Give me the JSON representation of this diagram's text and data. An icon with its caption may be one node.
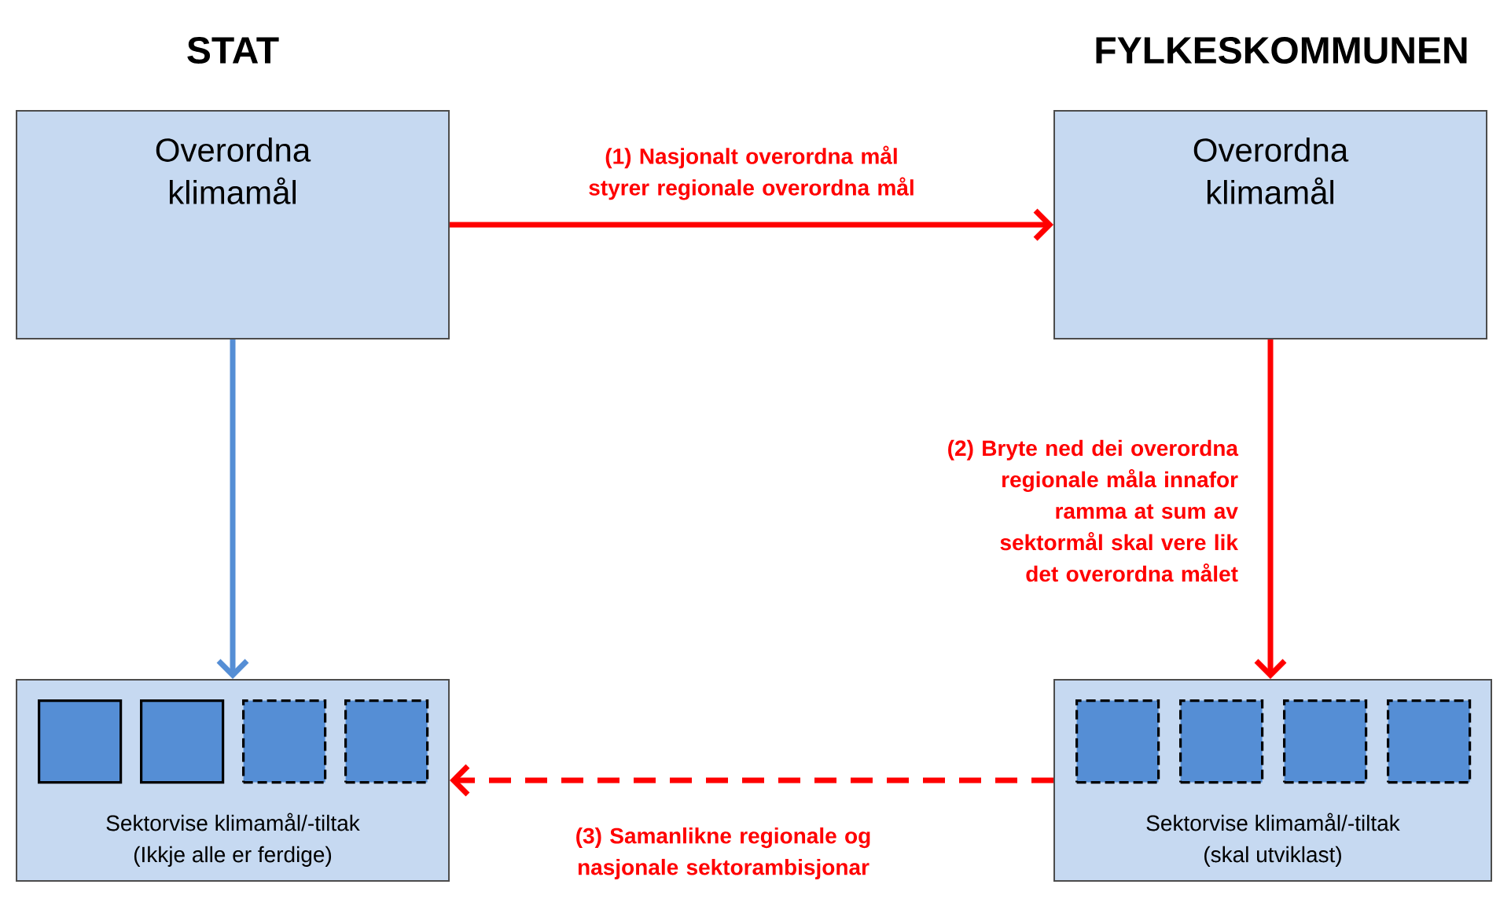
{
  "diagram": {
    "nodes": [
      {
        "text": [
          "Overordna klimamål"
        ]
      },
      {
        "text": [
          "Overordna klimamål"
        ]
      },
      {
        "text": [
          "Sektorvise klimamål/-tiltak",
          "(Ikkje alle er ferdige)"
        ]
      },
      {
        "text": [],
        "shape": "box",
        "in": 2
      },
      {
        "text": [],
        "shape": "box",
        "in": 2
      },
      {
        "text": [],
        "shape": "box",
        "in": 2
      },
      {
        "text": [],
        "shape": "box",
        "in": 2
      },
      {
        "text": [
          "Sektorvise klimamål/-tiltak",
          "(skal utviklast)"
        ]
      },
      {
        "text": [],
        "shape": "box",
        "in": 7
      },
      {
        "text": [],
        "shape": "box",
        "in": 7
      },
      {
        "text": [],
        "shape": "box",
        "in": 7
      },
      {
        "text": [],
        "shape": "box",
        "in": 7
      }
    ],
    "edges": [
      {
        "from": 0,
        "to": 1,
        "arrow": "to",
        "label": "(1) Nasjonalt overordna mål styrer regionale overordna mål"
      },
      {
        "from": 0,
        "to": 2,
        "arrow": "to",
        "color": "#558ed5"
      },
      {
        "from": 1,
        "to": 7,
        "arrow": "to",
        "label": "(2) Bryte ned dei overordna regionale måla innafor ramma at sum av sektormål skal vere lik det overordna målet"
      },
      {
        "from": 7,
        "to": 2,
        "arrow": "to",
        "style": "dashed",
        "label": "(3) Samanlikne regionale og nasjonale sektorambisjonar"
      }
    ],
    "labels": [
      "STAT",
      "FYLKESKOMMUNEN"
    ]
  }
}
